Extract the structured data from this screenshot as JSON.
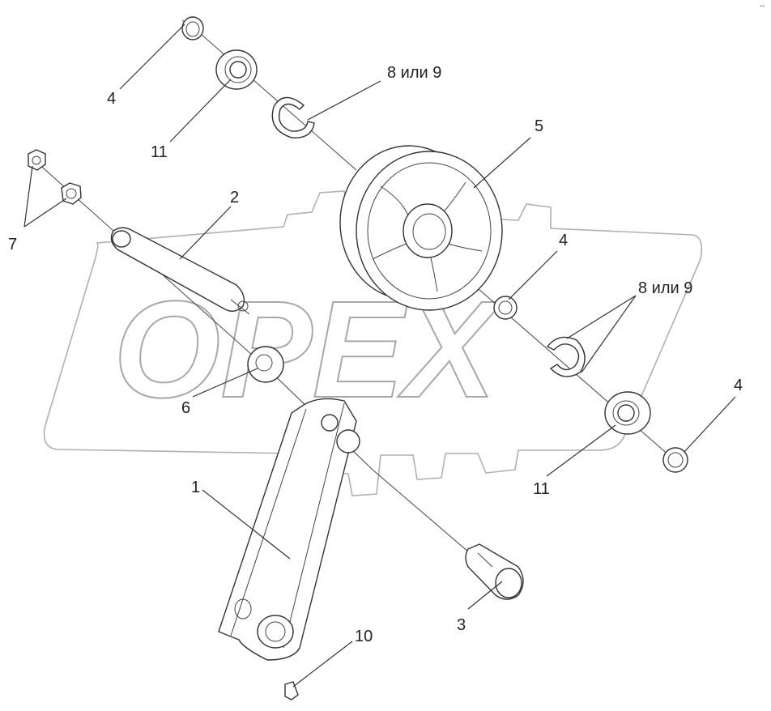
{
  "watermark": {
    "text": "OPEX"
  },
  "corner_mark": "••",
  "labels": [
    {
      "id": "lbl-4-top",
      "text": "4"
    },
    {
      "id": "lbl-11-top",
      "text": "11"
    },
    {
      "id": "lbl-8-9-top",
      "text": "8 или 9"
    },
    {
      "id": "lbl-5",
      "text": "5"
    },
    {
      "id": "lbl-7",
      "text": "7"
    },
    {
      "id": "lbl-2",
      "text": "2"
    },
    {
      "id": "lbl-4-mid",
      "text": "4"
    },
    {
      "id": "lbl-8-9-mid",
      "text": "8 или 9"
    },
    {
      "id": "lbl-4-right",
      "text": "4"
    },
    {
      "id": "lbl-6",
      "text": "6"
    },
    {
      "id": "lbl-11-right",
      "text": "11"
    },
    {
      "id": "lbl-1",
      "text": "1"
    },
    {
      "id": "lbl-3",
      "text": "3"
    },
    {
      "id": "lbl-10",
      "text": "10"
    }
  ]
}
